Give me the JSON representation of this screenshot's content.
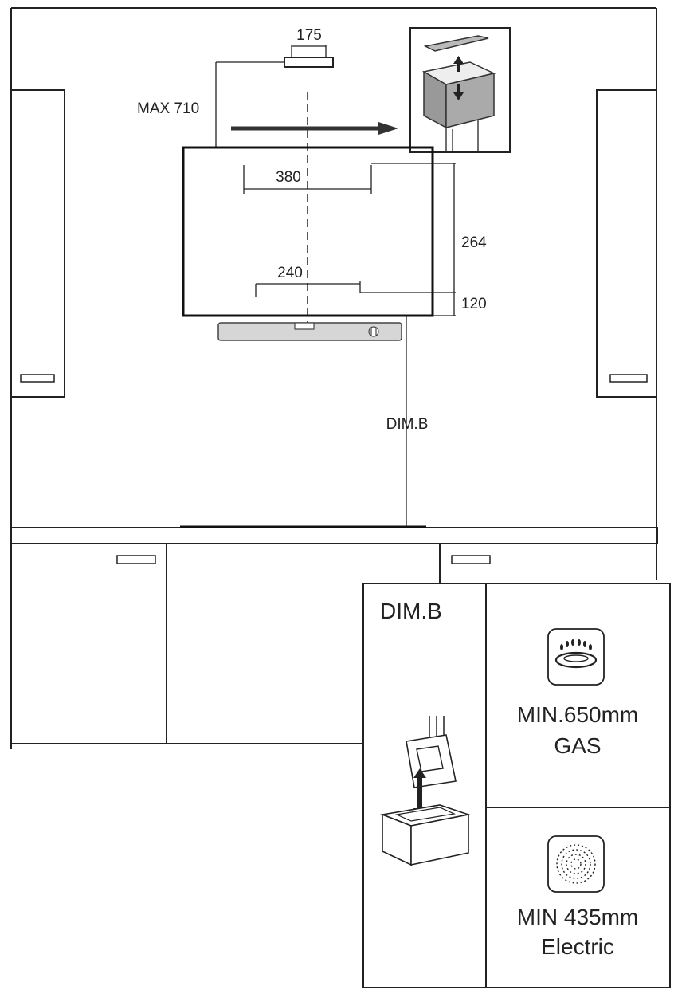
{
  "dimensions": {
    "bracket_width": "175",
    "max_height": "MAX 710",
    "upper_span": "380",
    "lower_span": "240",
    "height_upper": "264",
    "height_lower": "120",
    "dim_b": "DIM.B"
  },
  "legend": {
    "title": "DIM.B",
    "gas": {
      "line1": "MIN.650mm",
      "line2": "GAS",
      "icon": "gas-burner-icon"
    },
    "electric": {
      "line1": "MIN 435mm",
      "line2": "Electric",
      "icon": "electric-hob-icon"
    }
  }
}
